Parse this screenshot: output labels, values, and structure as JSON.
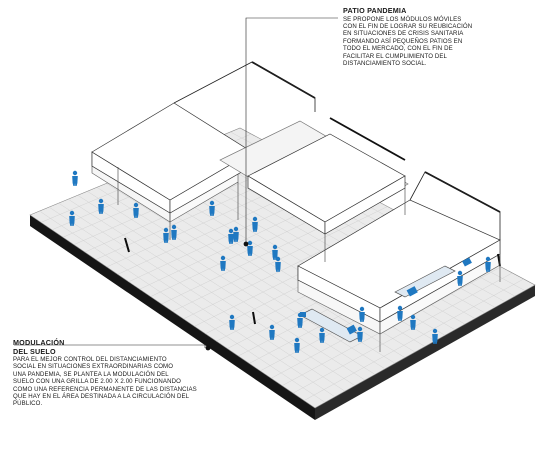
{
  "annotations": {
    "patio": {
      "title": "PATIO PANDEMIA",
      "lines": [
        "SE PROPONE LOS MÓDULOS MÓVILES",
        "CON EL FIN DE LOGRAR SU REUBICACIÓN",
        "EN SITUACIONES DE CRISIS SANITARIA",
        "FORMANDO ASÍ PEQUEÑOS PATIOS EN",
        "TODO EL MERCADO, CON EL FIN DE",
        "FACILITAR EL CUMPLIMIENTO DEL",
        "DISTANCIAMIENTO SOCIAL."
      ]
    },
    "modulacion": {
      "title_lines": [
        "MODULACIÓN",
        "DEL SUELO"
      ],
      "lines": [
        "PARA EL MEJOR CONTROL DEL DISTANCIAMIENTO",
        "SOCIAL EN SITUACIONES EXTRAORDINARIAS COMO",
        "UNA PANDEMIA, SE PLANTEA LA MODULACIÓN DEL",
        "SUELO CON UNA GRILLA DE 2.00 X 2.00 FUNCIONANDO",
        "COMO UNA REFERENCIA PERMANENTE DE LAS DISTANCIAS",
        "QUE HAY EN EL ÁREA DESTINADA A LA CIRCULACIÓN DEL",
        "PÚBLICO."
      ]
    }
  },
  "colors": {
    "floor_top": "#e9e9e9",
    "grid": "#c9c9c9",
    "slab_side": "#111111",
    "roof": "#ffffff",
    "roof_edge": "#3a3a3a",
    "accent_blue": "#1f78c1",
    "text": "#1a1a1a"
  },
  "icons": {
    "people": "person-silhouette-icon",
    "leader_dot": "leader-dot-icon"
  }
}
